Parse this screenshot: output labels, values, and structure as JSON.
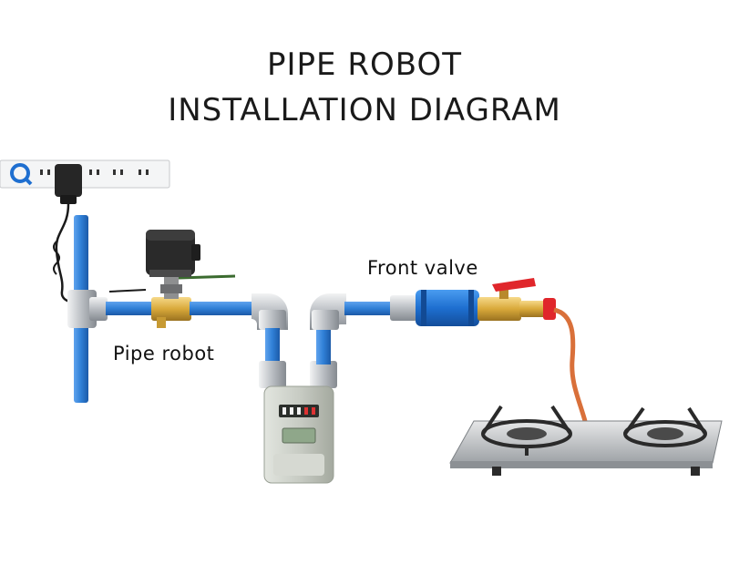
{
  "title": {
    "line1": "PIPE ROBOT",
    "line2": "INSTALLATION DIAGRAM"
  },
  "labels": {
    "front_valve": "Front valve",
    "pipe_robot": "Pipe robot"
  },
  "colors": {
    "pipe_blue": "#2f7fd6",
    "fitting_silver": "#c9ccd0",
    "brass": "#d9a93a",
    "valve_red": "#e0262b",
    "hose_orange": "#d9703a",
    "robot_black": "#2a2a2a",
    "meter_grey": "#c8ccc4"
  },
  "icons": {
    "power_strip": "power-strip-icon",
    "adapter": "power-adapter-icon"
  }
}
